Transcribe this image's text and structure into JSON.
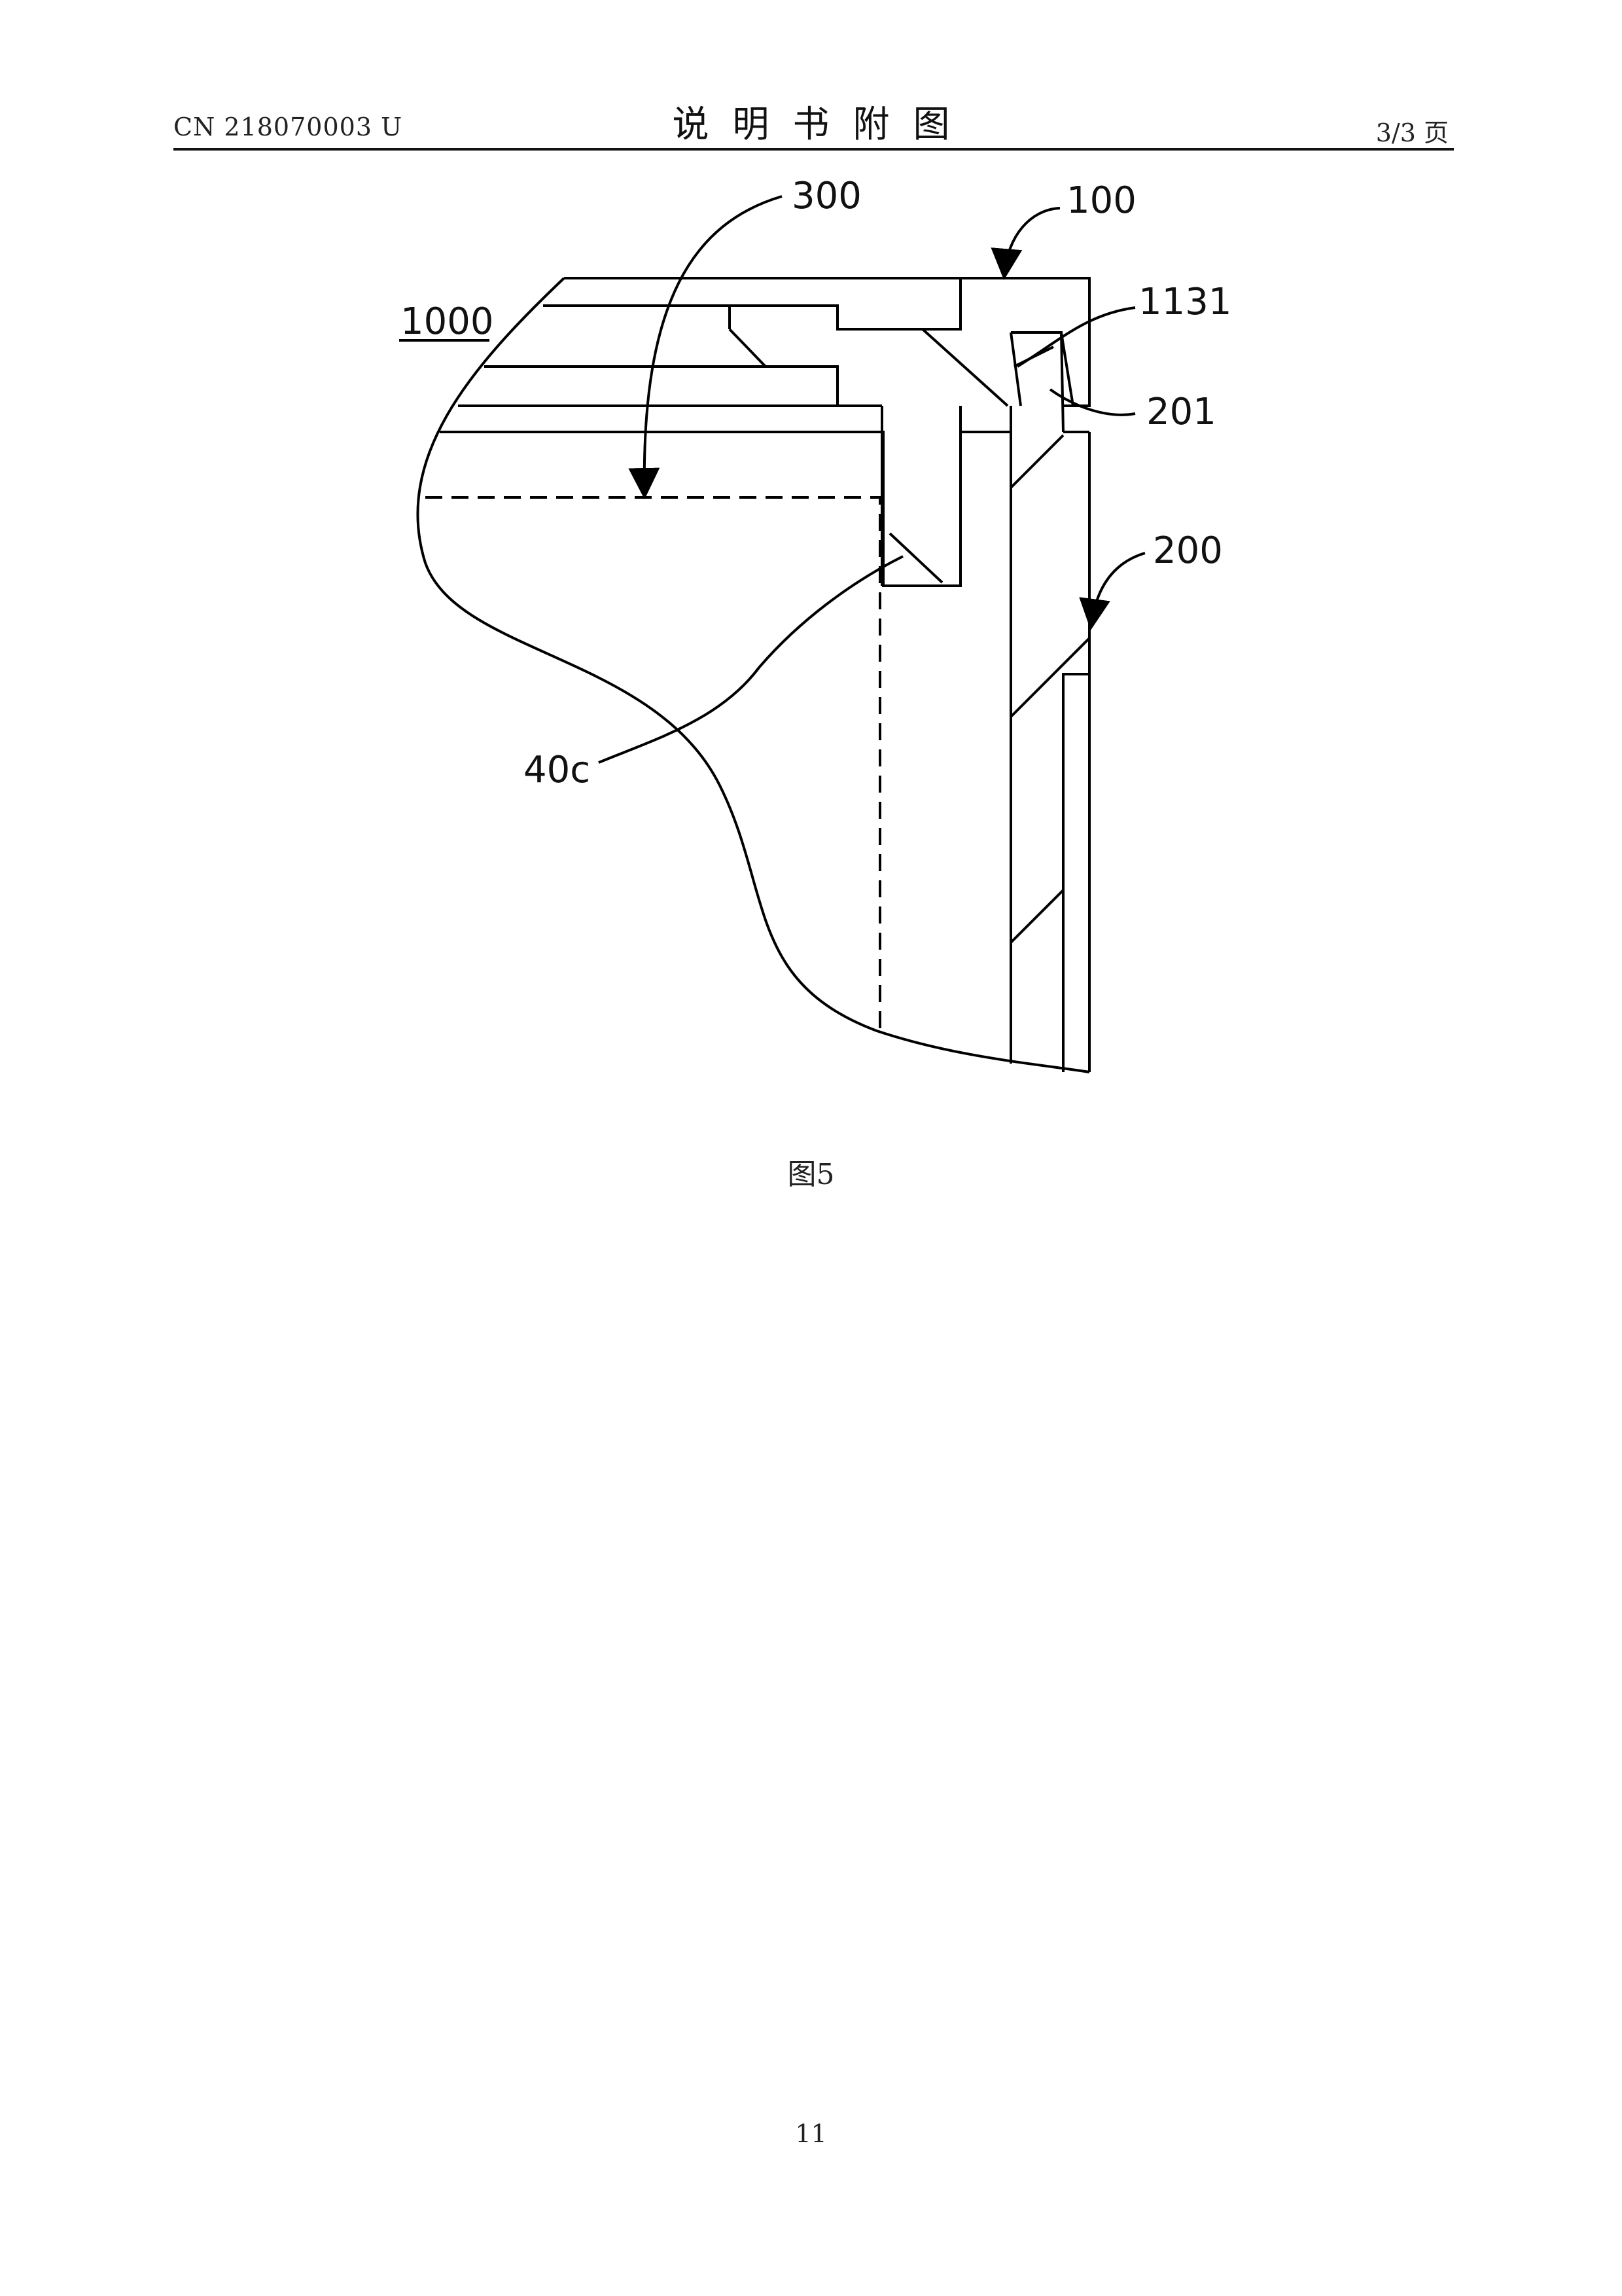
{
  "header": {
    "patent_number": "CN 218070003 U",
    "title": "说明书附图",
    "page_indicator": "3/3 页"
  },
  "figure": {
    "caption": "图5",
    "labels": {
      "label_300": "300",
      "label_100": "100",
      "label_1000": "1000",
      "label_1131": "1131",
      "label_201": "201",
      "label_200": "200",
      "label_40c": "40c"
    }
  },
  "footer": {
    "page_number": "11"
  }
}
